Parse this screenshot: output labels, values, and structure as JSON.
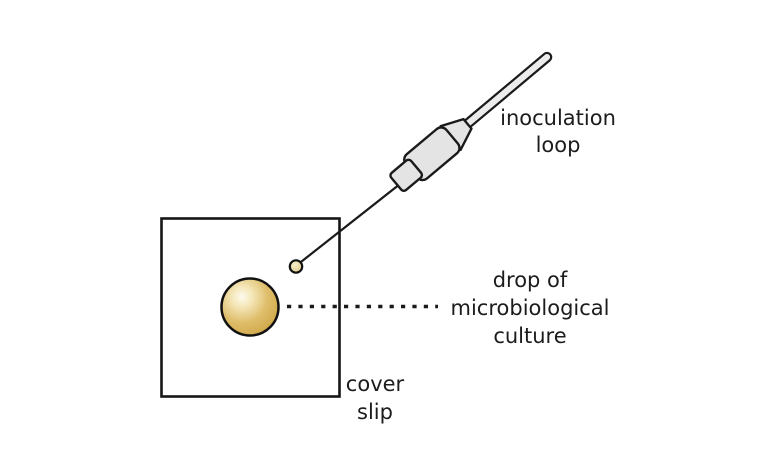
{
  "labels": {
    "inoculation_loop": "inoculation\nloop",
    "drop": "drop of\nmicrobiological\nculture",
    "cover_slip": "cover\nslip"
  },
  "colors": {
    "background": "#ffffff",
    "outline": "#1a1a1a",
    "text": "#1c1c1c",
    "handle_fill": "#e4e4e4",
    "rod_fill": "#ececec",
    "drop_highlight": "#fdfaee",
    "drop_gold": "#dfbe6b",
    "drop_gold_deep": "#cda647",
    "mini_loop_fill": "#eedcab"
  }
}
